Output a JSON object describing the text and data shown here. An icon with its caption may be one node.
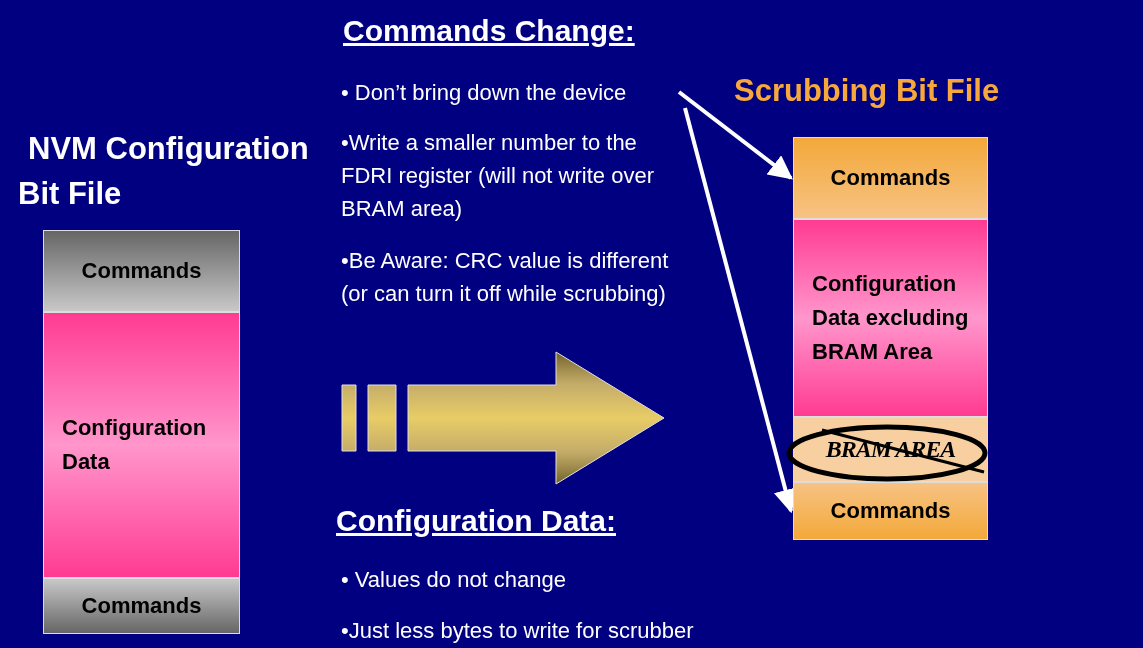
{
  "diagram": {
    "nodes": [
      {
        "text": [
          "NVM Configuration Bit File"
        ]
      },
      {
        "text": [
          "Commands"
        ],
        "in": 0
      },
      {
        "text": [
          "Configuration Data"
        ],
        "in": 0
      },
      {
        "text": [
          "Commands"
        ],
        "in": 0
      },
      {
        "text": [
          "Scrubbing Bit File"
        ]
      },
      {
        "text": [
          "Commands"
        ],
        "in": 4
      },
      {
        "text": [
          "Configuration Data excluding BRAM Area"
        ],
        "in": 4
      },
      {
        "text": [
          "BRAM AREA"
        ],
        "in": 4
      },
      {
        "text": [
          "Commands"
        ],
        "in": 4
      },
      {
        "text": [
          "• Don’t bring down the device"
        ]
      }
    ],
    "edges": [
      {
        "from": 0,
        "to": 4,
        "arrow": "to",
        "style": "thick",
        "color": "#e8cc66"
      },
      {
        "from": 9,
        "to": 5,
        "arrow": "to"
      },
      {
        "from": 9,
        "to": 8,
        "arrow": "to"
      }
    ],
    "labels": [
      "Commands Change:",
      "•Write a smaller number to the FDRI register (will not write over BRAM area)",
      "•Be Aware: CRC value is different (or can turn it off while scrubbing)",
      "Configuration Data:",
      "• Values do not change",
      "•Just less bytes to write for scrubber"
    ]
  }
}
